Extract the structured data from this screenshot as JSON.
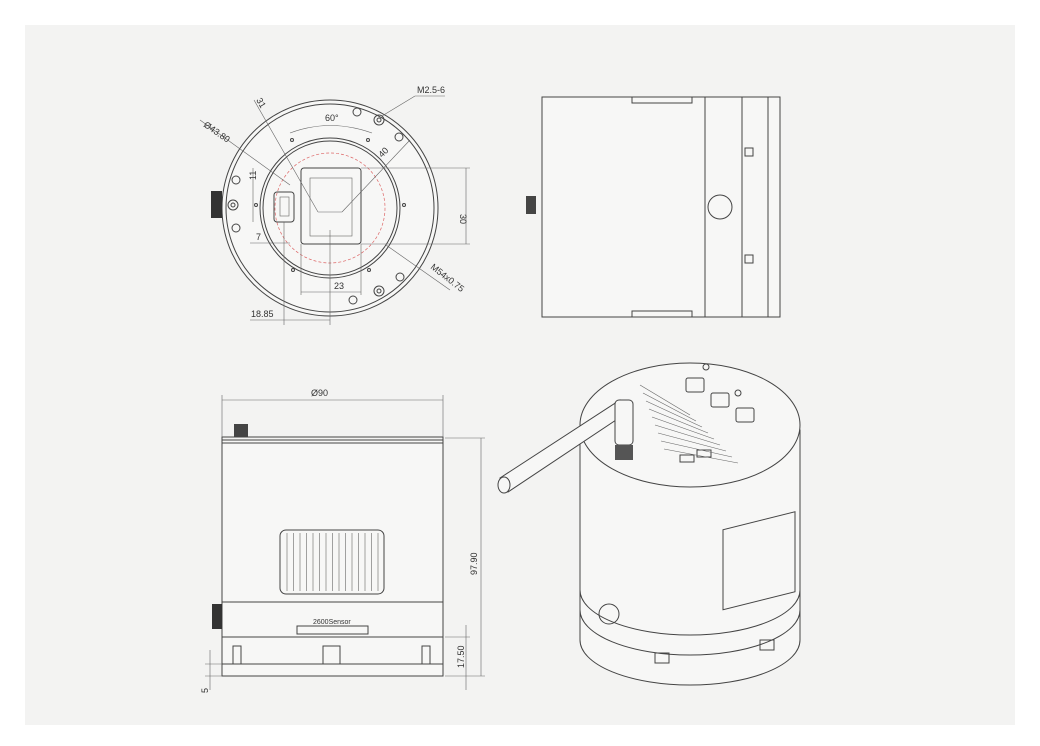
{
  "front_view": {
    "dims": {
      "pcd": "Ø43.80",
      "angle_31": "31",
      "angle_60": "60°",
      "thread_hole": "M2.5-6",
      "dim_40": "40",
      "dim_11": "11",
      "dim_30": "30",
      "dim_7": "7",
      "dim_23": "23",
      "dim_18_85": "18.85",
      "thread_main": "M54x0.75"
    }
  },
  "front_elevation": {
    "dims": {
      "diameter": "Ø90",
      "height": "97.90",
      "base_height": "17.50",
      "foot": "5"
    },
    "label": "2600Sensor"
  }
}
